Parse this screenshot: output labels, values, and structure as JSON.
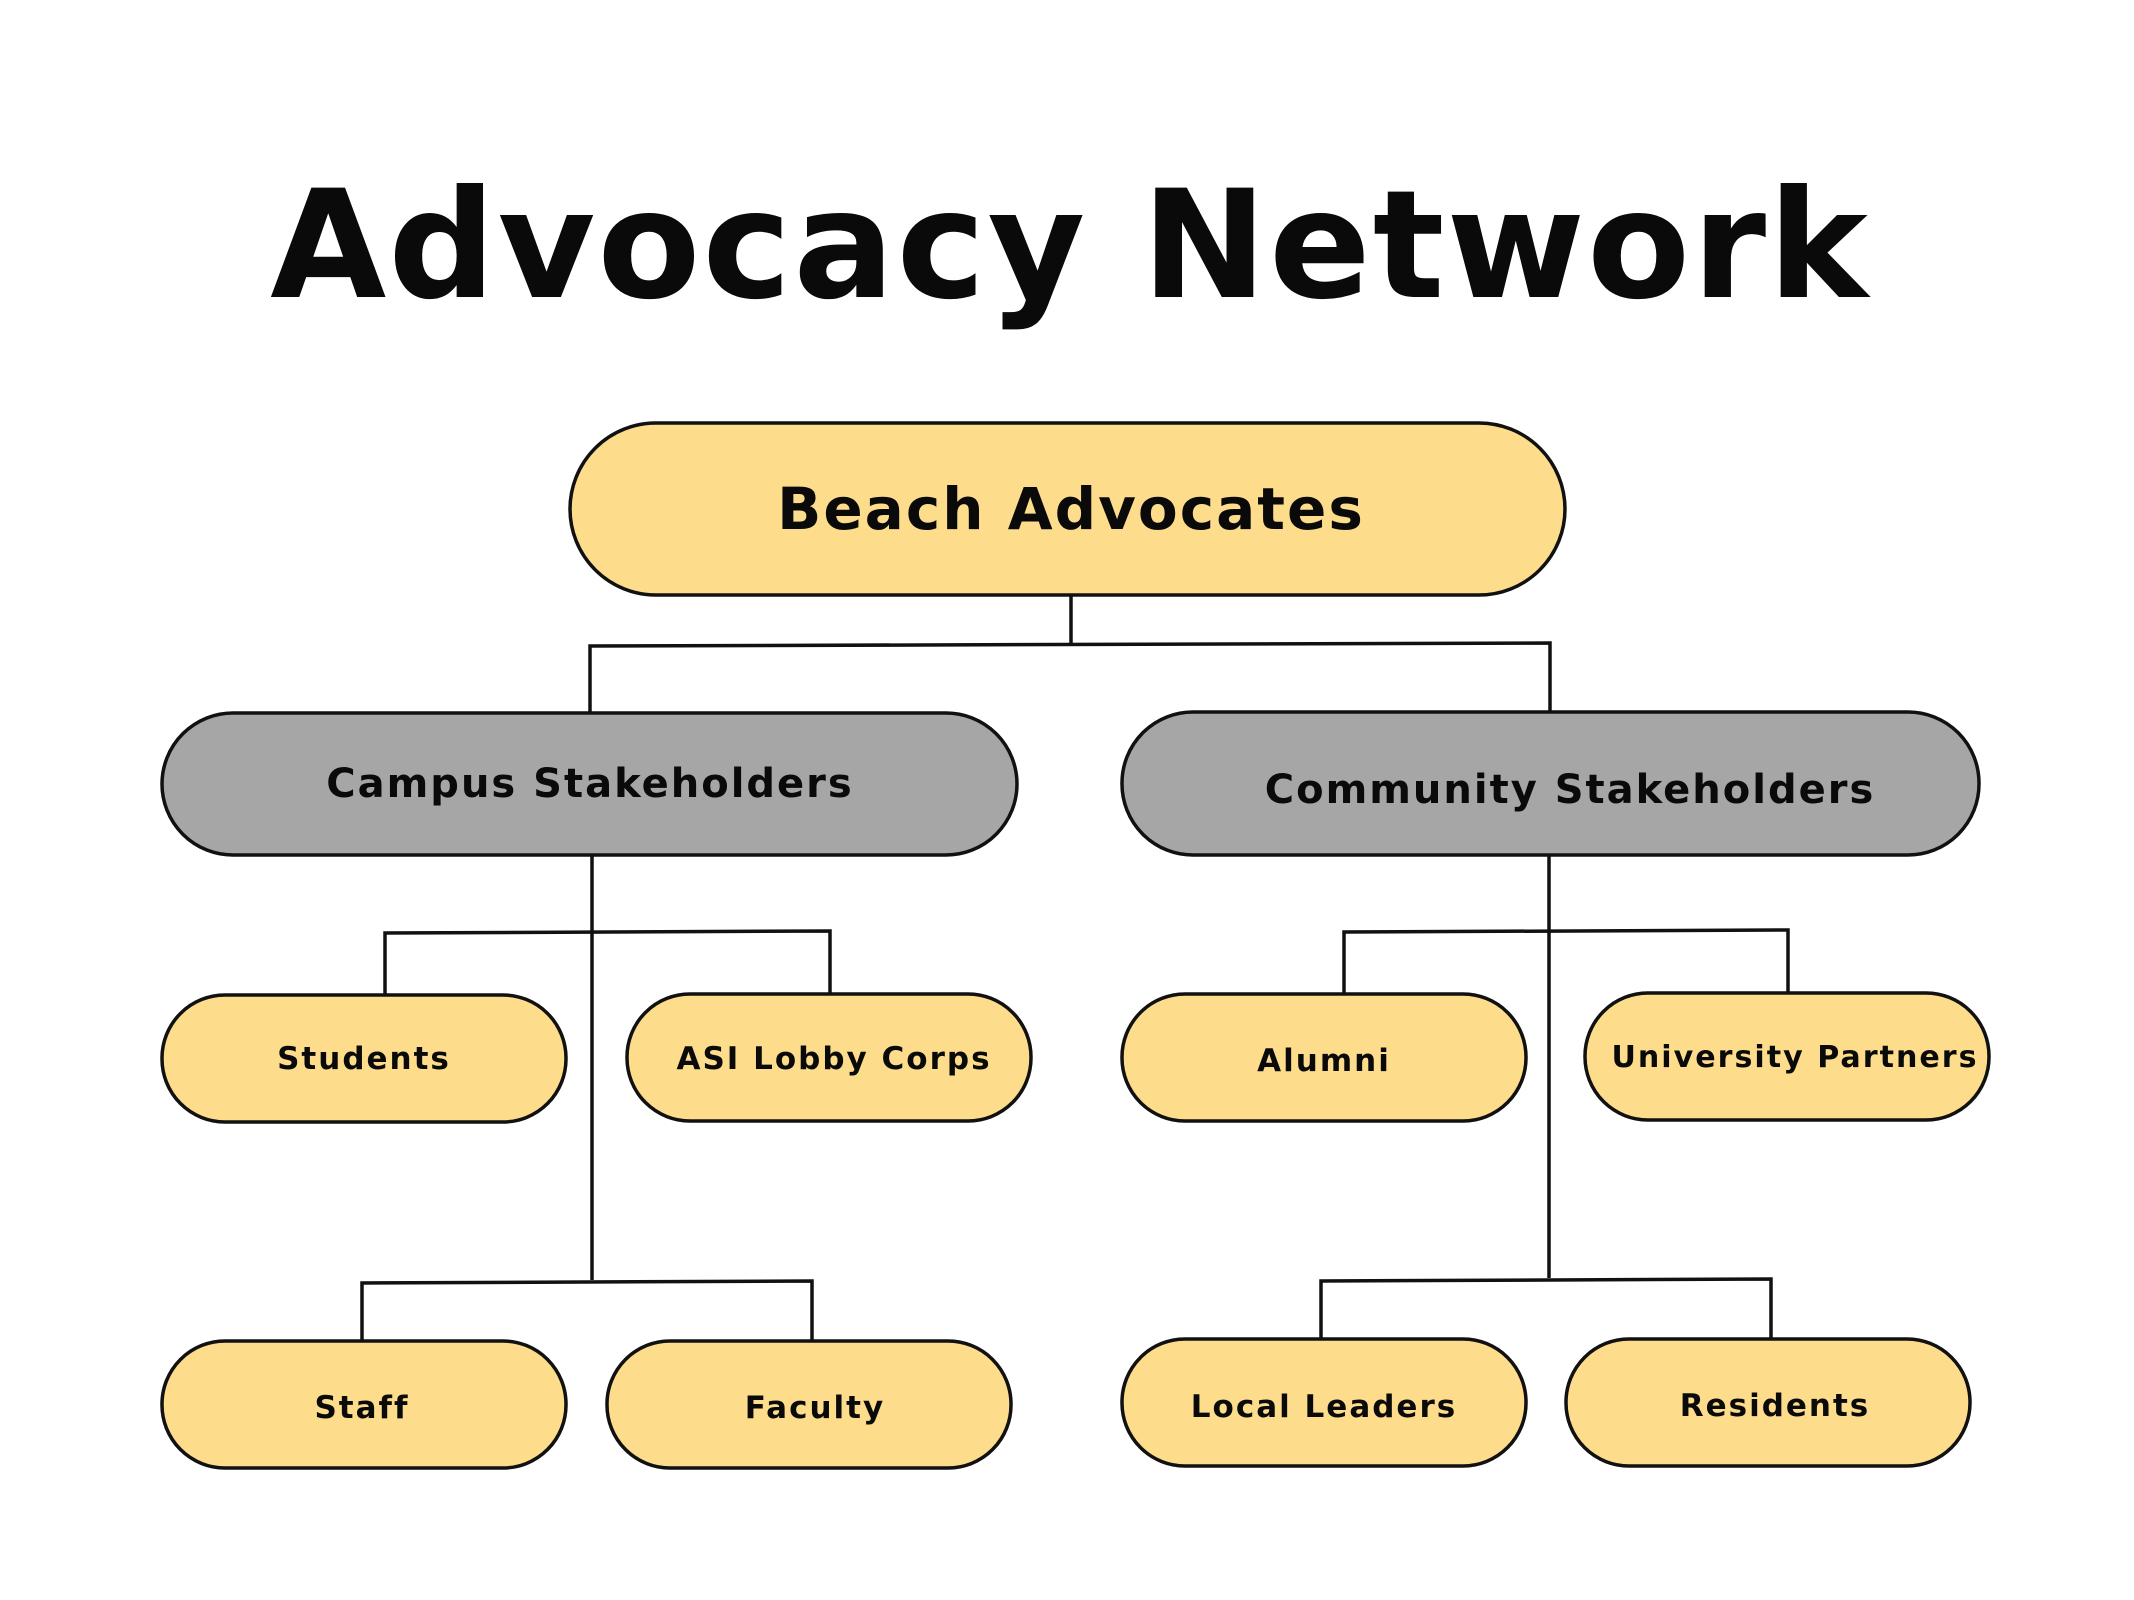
{
  "title": "Advocacy Network",
  "colors": {
    "root": "#FDDD8B",
    "group": "#A6A6A6",
    "leaf": "#FDDD8B",
    "line": "#111111"
  },
  "root": {
    "label": "Beach Advocates"
  },
  "groups": [
    {
      "label": "Campus Stakeholders",
      "children": [
        "Students",
        "ASI Lobby Corps",
        "Staff",
        "Faculty"
      ]
    },
    {
      "label": "Community Stakeholders",
      "children": [
        "Alumni",
        "University Partners",
        "Local Leaders",
        "Residents"
      ]
    }
  ]
}
